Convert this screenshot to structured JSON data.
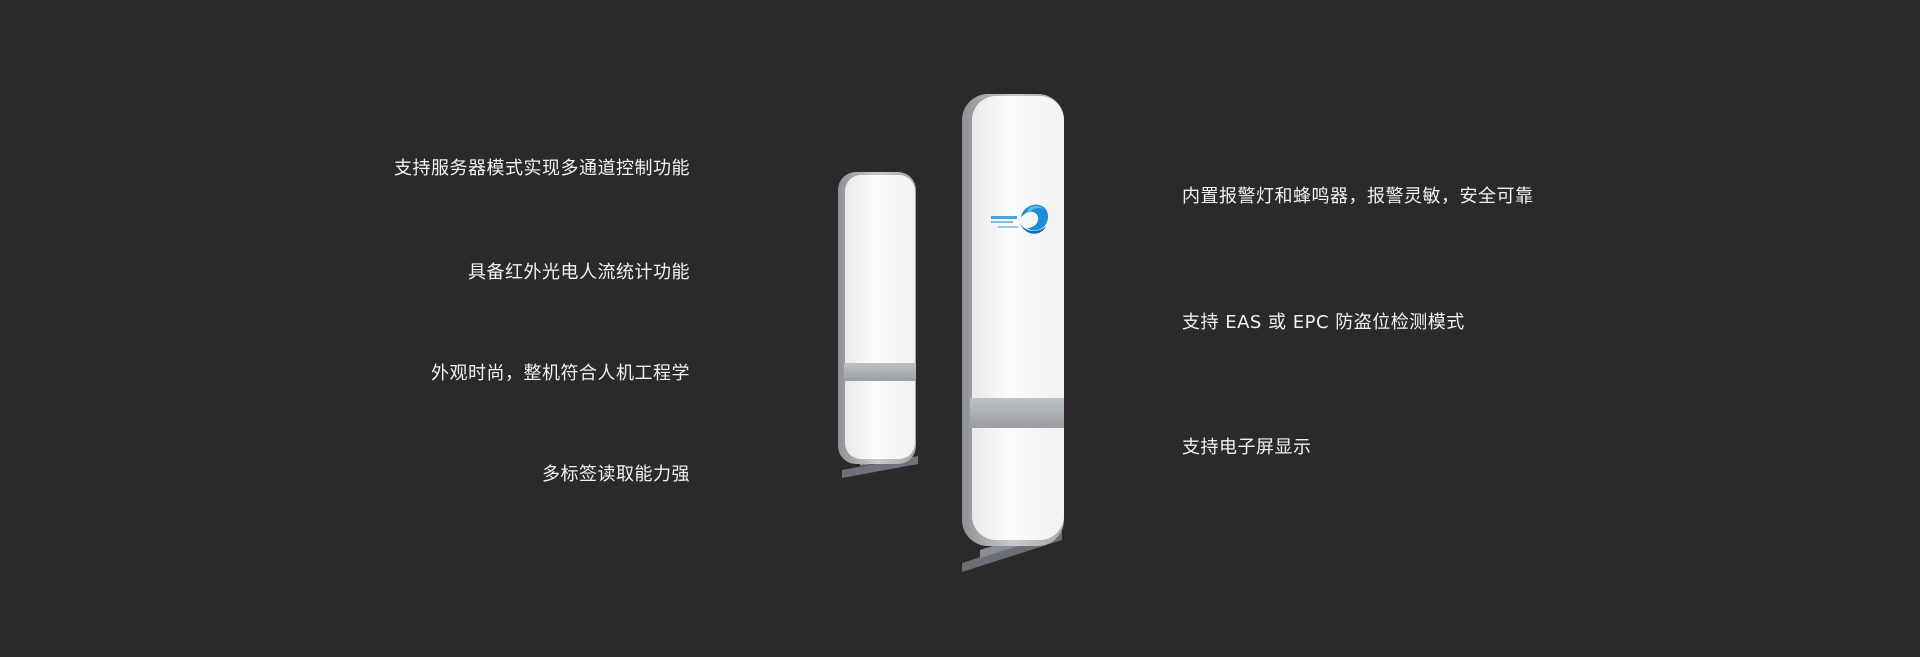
{
  "features": {
    "left": [
      "支持服务器模式实现多通道控制功能",
      "具备红外光电人流统计功能",
      "外观时尚，整机符合人机工程学",
      "多标签读取能力强"
    ],
    "right": [
      "内置报警灯和蜂鸣器，报警灵敏，安全可靠",
      "支持 EAS 或 EPC 防盗位检测模式",
      "支持电子屏显示"
    ]
  },
  "product": {
    "logo_icon": "wave-swirl-logo-icon",
    "colors": {
      "background": "#2b292a",
      "panel": "#f6f6f6",
      "frame": "#b9bcc0",
      "band": "#a9acb0",
      "base": "#7d8086",
      "logo_blue": "#1b8fd6"
    }
  }
}
